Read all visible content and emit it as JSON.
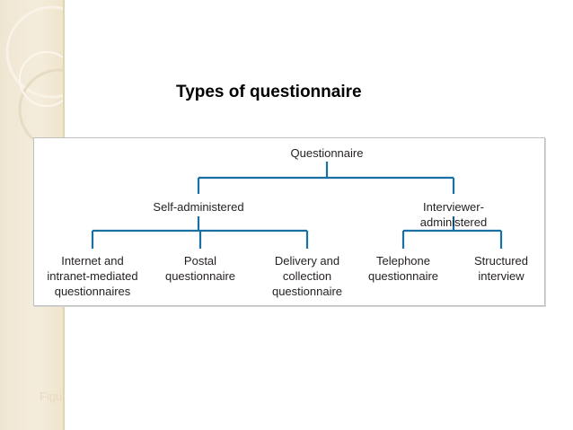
{
  "slide": {
    "title": "Types of questionnaire",
    "caption": "Figu"
  },
  "diagram": {
    "root": "Questionnaire",
    "branches": [
      {
        "label": "Self-administered",
        "children": [
          "Internet and\nintranet-mediated\nquestionnaires",
          "Postal\nquestionnaire",
          "Delivery and\ncollection\nquestionnaire"
        ]
      },
      {
        "label": "Interviewer-administered",
        "children": [
          "Telephone\nquestionnaire",
          "Structured\ninterview"
        ]
      }
    ],
    "line_color": "#1a6fa3"
  },
  "colors": {
    "sidebar": "#efe6d2",
    "text": "#231f20"
  }
}
